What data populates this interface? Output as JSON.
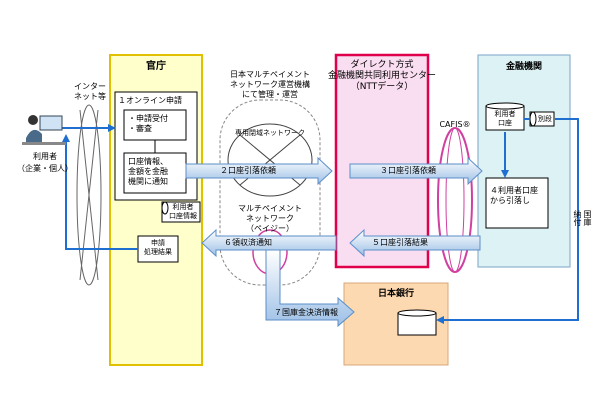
{
  "left": {
    "internet_label": "インター\nネット等",
    "user_label": "利用者",
    "user_sub": "（企業・個人）"
  },
  "govt": {
    "title": "官庁",
    "online_title": "１オンライン申請",
    "items": "・申請受付\n・審査",
    "notify": "口座情報、\n金額を金融\n機関に通知",
    "user_account_db": "利用者\n口座情報",
    "result": "申請\n処理結果"
  },
  "network": {
    "operator": "日本マルチペイメント\nネットワーク運営機構\nにて管理・運営",
    "dedicated": "専用閉域ネットワーク",
    "mpn": "マルチペイメント\nネットワーク\n（ペイジー）"
  },
  "center": {
    "title": "ダイレクト方式\n金融機関共同利用センター\n（NTTデータ）",
    "cafis": "CAFIS®"
  },
  "bank": {
    "title": "金融機関",
    "user_account": "利用者\n口座",
    "separate": "別段",
    "debit": "４利用者口座\nから引落し",
    "treasury": "国庫\n納付"
  },
  "boj": {
    "title": "日本銀行"
  },
  "arrows": {
    "a2": "２口座引落依頼",
    "a3": "３口座引落依頼",
    "a5": "５口座引落結果",
    "a6": "６領収済通知",
    "a7": "７国庫金決済情報"
  },
  "colors": {
    "govt_fill": "#ffffcc",
    "govt_border": "#e0c000",
    "center_border": "#e0004c",
    "bank_fill": "#ddf2f4",
    "boj_fill": "#fcd9b0",
    "arrow_fill": "#c8dcf0",
    "line_blue": "#1f6fd0",
    "ellipse_pink": "#d040a0"
  }
}
